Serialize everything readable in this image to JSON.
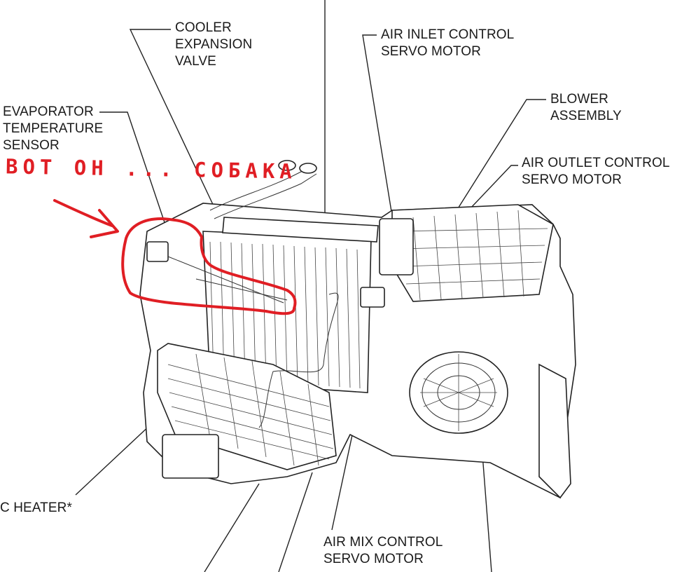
{
  "labels": {
    "cooler_expansion_valve": [
      "COOLER",
      "EXPANSION",
      "VALVE"
    ],
    "evaporator_temperature_sensor": [
      "EVAPORATOR",
      "TEMPERATURE",
      "SENSOR"
    ],
    "air_inlet_control_servo_motor": [
      "AIR INLET CONTROL",
      "SERVO MOTOR"
    ],
    "blower_assembly": [
      "BLOWER",
      "ASSEMBLY"
    ],
    "air_outlet_control_servo_motor": [
      "AIR OUTLET CONTROL",
      "SERVO MOTOR"
    ],
    "ptc_heater": "C HEATER*",
    "air_mix_control_servo_motor": [
      "AIR MIX CONTROL",
      "SERVO MOTOR"
    ]
  },
  "annotation": {
    "text": "ВОТ ОН ... СОБАКА",
    "color": "#e01e24"
  }
}
